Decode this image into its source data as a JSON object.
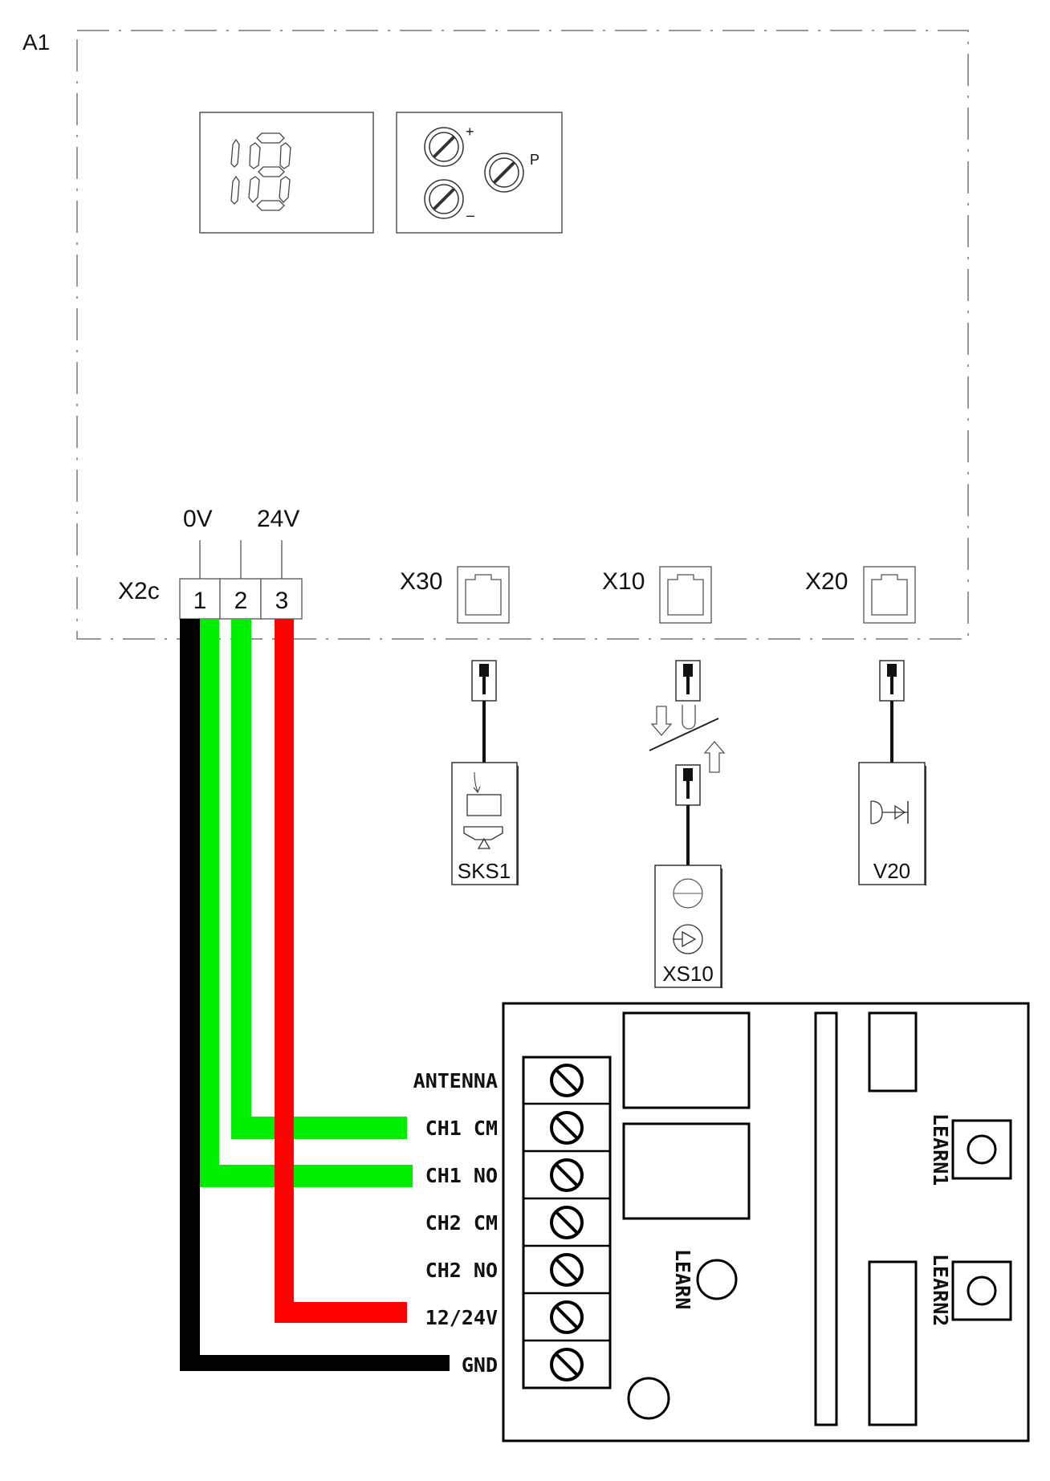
{
  "unit": {
    "id": "A1",
    "terminal_block": {
      "name": "X2c",
      "voltage_left": "0V",
      "voltage_right": "24V",
      "pins": [
        "1",
        "2",
        "3"
      ]
    },
    "ports": [
      "X30",
      "X10",
      "X20"
    ]
  },
  "devices": {
    "skirt_sensor": "SKS1",
    "extension": "XS10",
    "valve": "V20"
  },
  "receiver": {
    "terminals": [
      "ANTENNA",
      "CH1 CM",
      "CH1 NO",
      "CH2 CM",
      "CH2 NO",
      "12/24V",
      "GND"
    ],
    "learn_button": "LEARN",
    "learn1_button": "LEARN1",
    "learn2_button": "LEARN2"
  },
  "display": {
    "plus": "+",
    "minus": "–",
    "program": "P"
  },
  "wires": [
    {
      "from": "1",
      "to": "CH1 NO",
      "color": "#00ee00"
    },
    {
      "from": "2",
      "to": "CH1 CM",
      "color": "#00ee00"
    },
    {
      "from": "3",
      "to": "12/24V",
      "color": "#ff0000"
    },
    {
      "from": "1",
      "to": "GND",
      "color": "#000000"
    }
  ]
}
